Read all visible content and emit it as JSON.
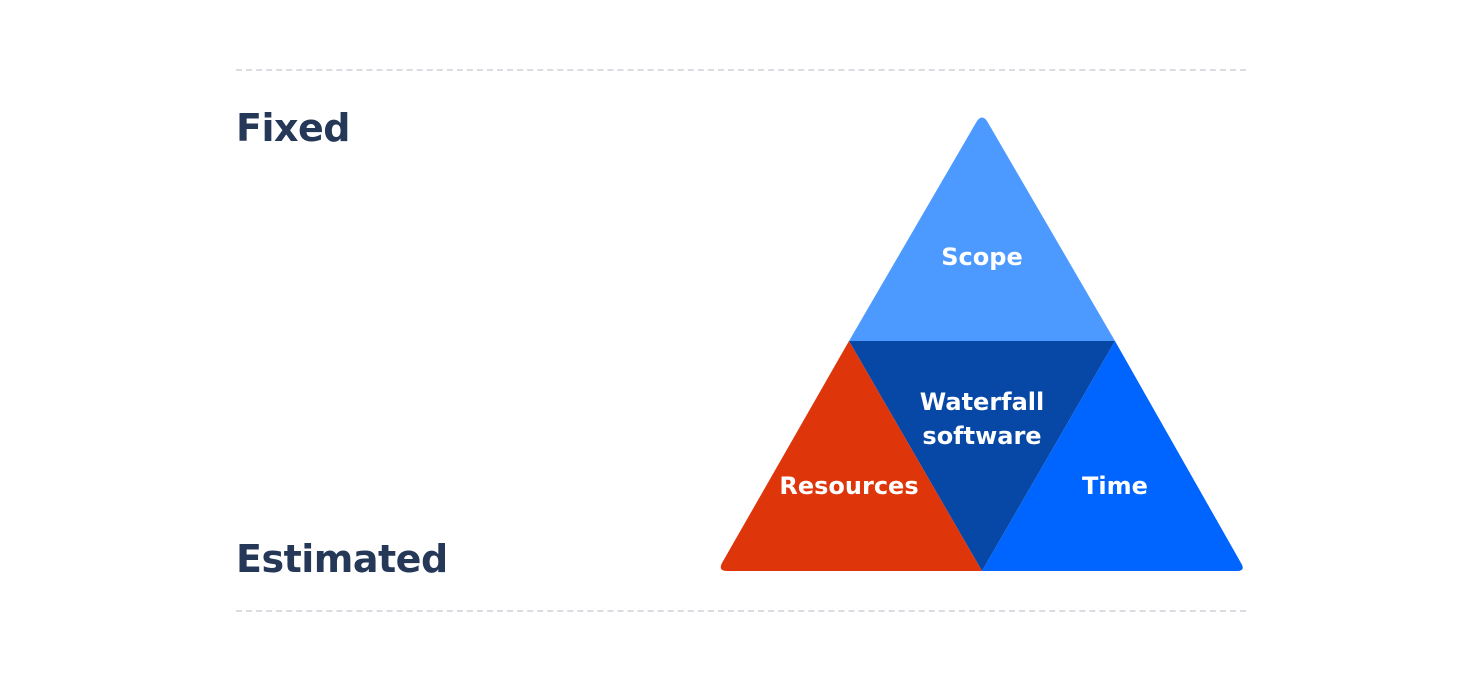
{
  "labels": {
    "top": "Fixed",
    "bottom": "Estimated"
  },
  "triangle": {
    "top": "Scope",
    "center_line1": "Waterfall",
    "center_line2": "software",
    "left": "Resources",
    "right": "Time"
  },
  "colors": {
    "scope": "#4c9aff",
    "center": "#0747a6",
    "resources": "#de350b",
    "time": "#0065ff",
    "text_dark": "#253858",
    "dashes": "#d9dce1"
  }
}
